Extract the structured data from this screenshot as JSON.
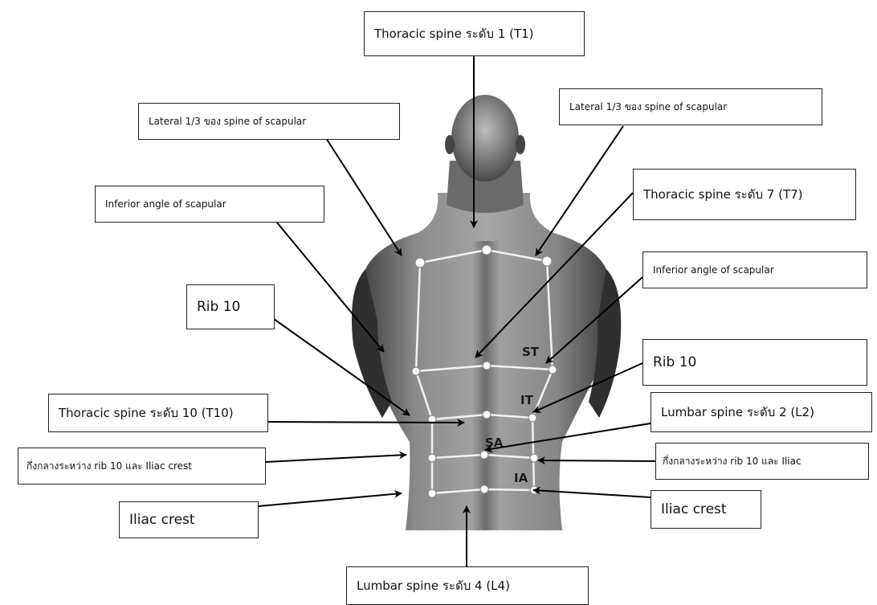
{
  "labels": {
    "t1": "Thoracic spine ระดับ 1 (T1)",
    "lateral_left": "Lateral 1/3 ของ spine of scapular",
    "lateral_right": "Lateral 1/3 ของ spine of scapular",
    "t7": "Thoracic spine ระดับ 7 (T7)",
    "inferior_left": "Inferior angle of scapular",
    "inferior_right": "Inferior angle of scapular",
    "rib10_left": "Rib 10",
    "rib10_right": "Rib 10",
    "t10": "Thoracic spine ระดับ 10 (T10)",
    "l2": "Lumbar spine ระดับ 2 (L2)",
    "mid_left": "กึ่งกลางระหว่าง rib 10 และ Iliac crest",
    "mid_right": "กึ่งกลางระหว่าง rib 10 และ Iliac",
    "iliac_left": "Iliac crest",
    "iliac_right": "Iliac crest",
    "l4": "Lumbar spine ระดับ 4 (L4)"
  },
  "regions": {
    "st": "ST",
    "it": "IT",
    "sa": "SA",
    "ia": "IA"
  },
  "colors": {
    "box_border": "#222222",
    "arrow": "#000000",
    "marker_line": "#f2f2f2",
    "marker_dot": "#ffffff"
  }
}
